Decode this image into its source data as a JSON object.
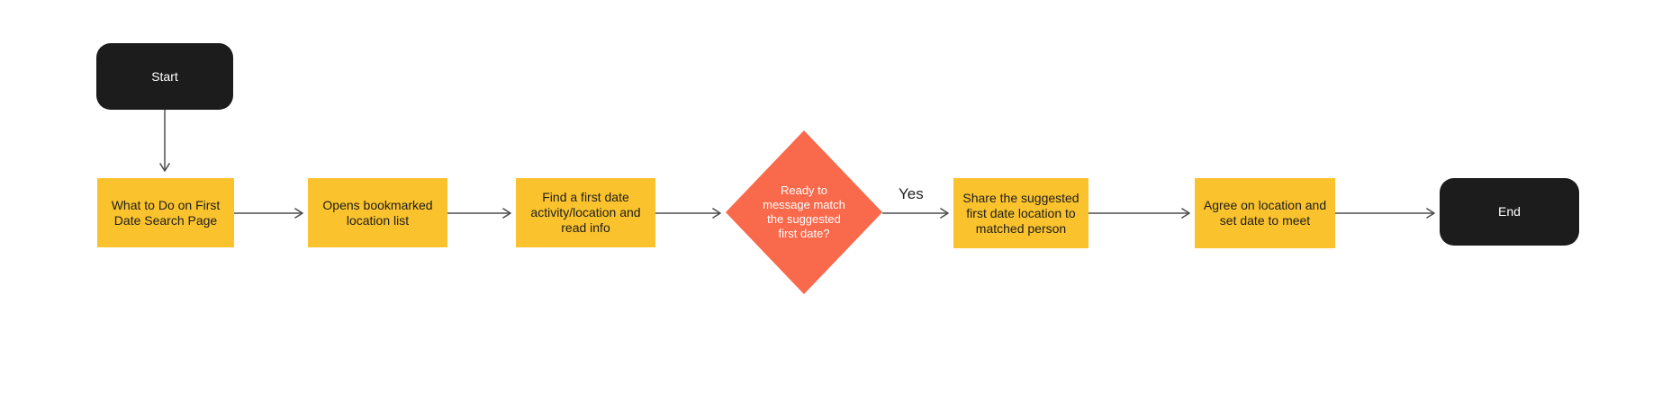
{
  "app": {
    "background": "#FFFFFF"
  },
  "flowchart": {
    "nodes": [
      {
        "id": "start",
        "type": "terminator",
        "label": "Start"
      },
      {
        "id": "step-1",
        "type": "process",
        "label": "What to Do on First Date Search Page"
      },
      {
        "id": "step-2",
        "type": "process",
        "label": "Opens bookmarked location list"
      },
      {
        "id": "step-3",
        "type": "process",
        "label": "Find a first date activity/location and read info"
      },
      {
        "id": "decision-1",
        "type": "decision",
        "label": "Ready to message match the suggested first date?"
      },
      {
        "id": "step-4",
        "type": "process",
        "label": "Share the suggested first date location to matched person"
      },
      {
        "id": "step-5",
        "type": "process",
        "label": "Agree on location and set date to meet"
      },
      {
        "id": "end",
        "type": "terminator",
        "label": "End"
      }
    ],
    "edges": [
      {
        "from": "start",
        "to": "step-1",
        "label": ""
      },
      {
        "from": "step-1",
        "to": "step-2",
        "label": ""
      },
      {
        "from": "step-2",
        "to": "step-3",
        "label": ""
      },
      {
        "from": "step-3",
        "to": "decision-1",
        "label": ""
      },
      {
        "from": "decision-1",
        "to": "step-4",
        "label": "Yes"
      },
      {
        "from": "step-4",
        "to": "step-5",
        "label": ""
      },
      {
        "from": "step-5",
        "to": "end",
        "label": ""
      }
    ],
    "colors": {
      "terminator_fill": "#1C1C1C",
      "terminator_text": "#FFFFFF",
      "process_fill": "#FAC32D",
      "process_text": "#1D1D1D",
      "decision_fill": "#F9694B",
      "decision_text": "#FFFFFF",
      "connector": "#4D4D4D",
      "edge_label_text": "#1D1D1D"
    }
  }
}
